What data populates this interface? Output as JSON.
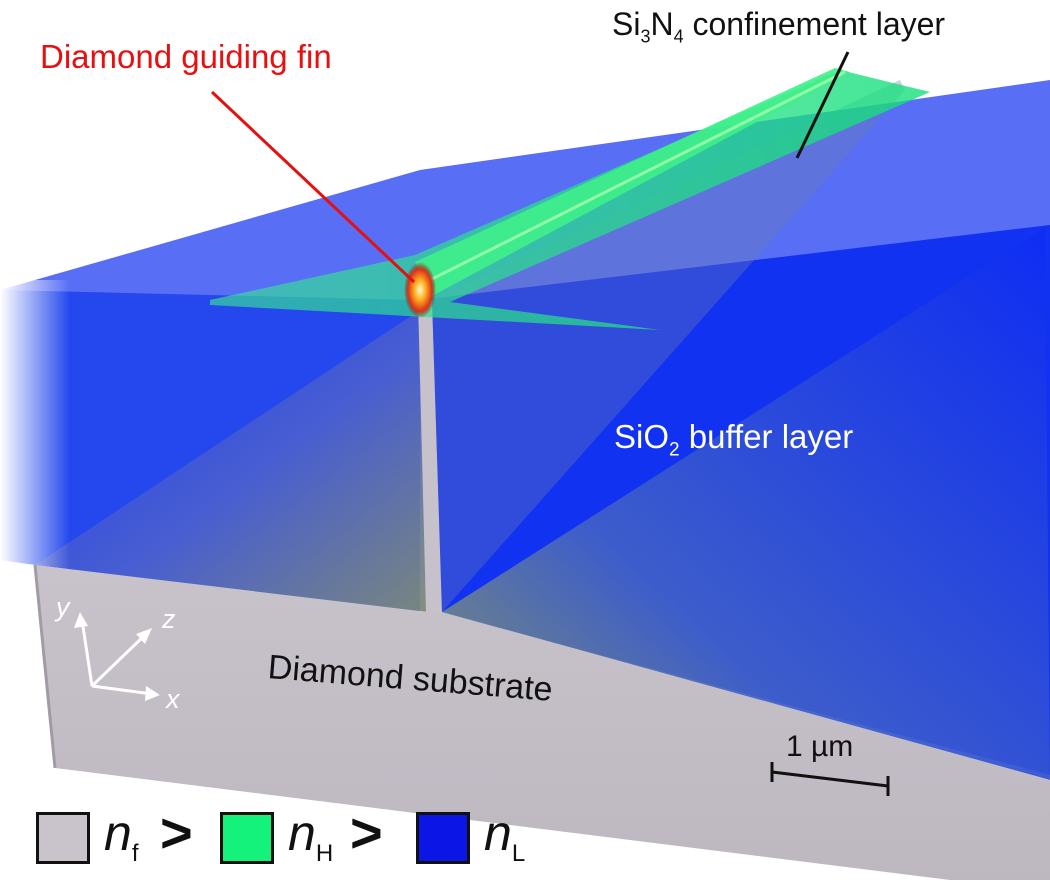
{
  "labels": {
    "fin": "Diamond guiding fin",
    "si3n4_pre": "Si",
    "si3n4_sub1": "3",
    "si3n4_mid": "N",
    "si3n4_sub2": "4",
    "si3n4_post": " confinement layer",
    "sio2_pre": "SiO",
    "sio2_sub": "2",
    "sio2_post": " buffer layer",
    "substrate": "Diamond substrate",
    "scale": "1 µm"
  },
  "axes": {
    "y": "y",
    "z": "z",
    "x": "x"
  },
  "legend": {
    "items": [
      {
        "symbol": "n",
        "sub": "f",
        "color": "#c9c4cc"
      },
      {
        "symbol": "n",
        "sub": "H",
        "color": "#14f27c"
      },
      {
        "symbol": "n",
        "sub": "L",
        "color": "#0b16e6"
      }
    ],
    "relation": ">"
  },
  "colors": {
    "substrate": "#c9c4cc",
    "confinement": "#14f27c",
    "buffer": "#0b16e6",
    "fin_label": "#e61010"
  }
}
